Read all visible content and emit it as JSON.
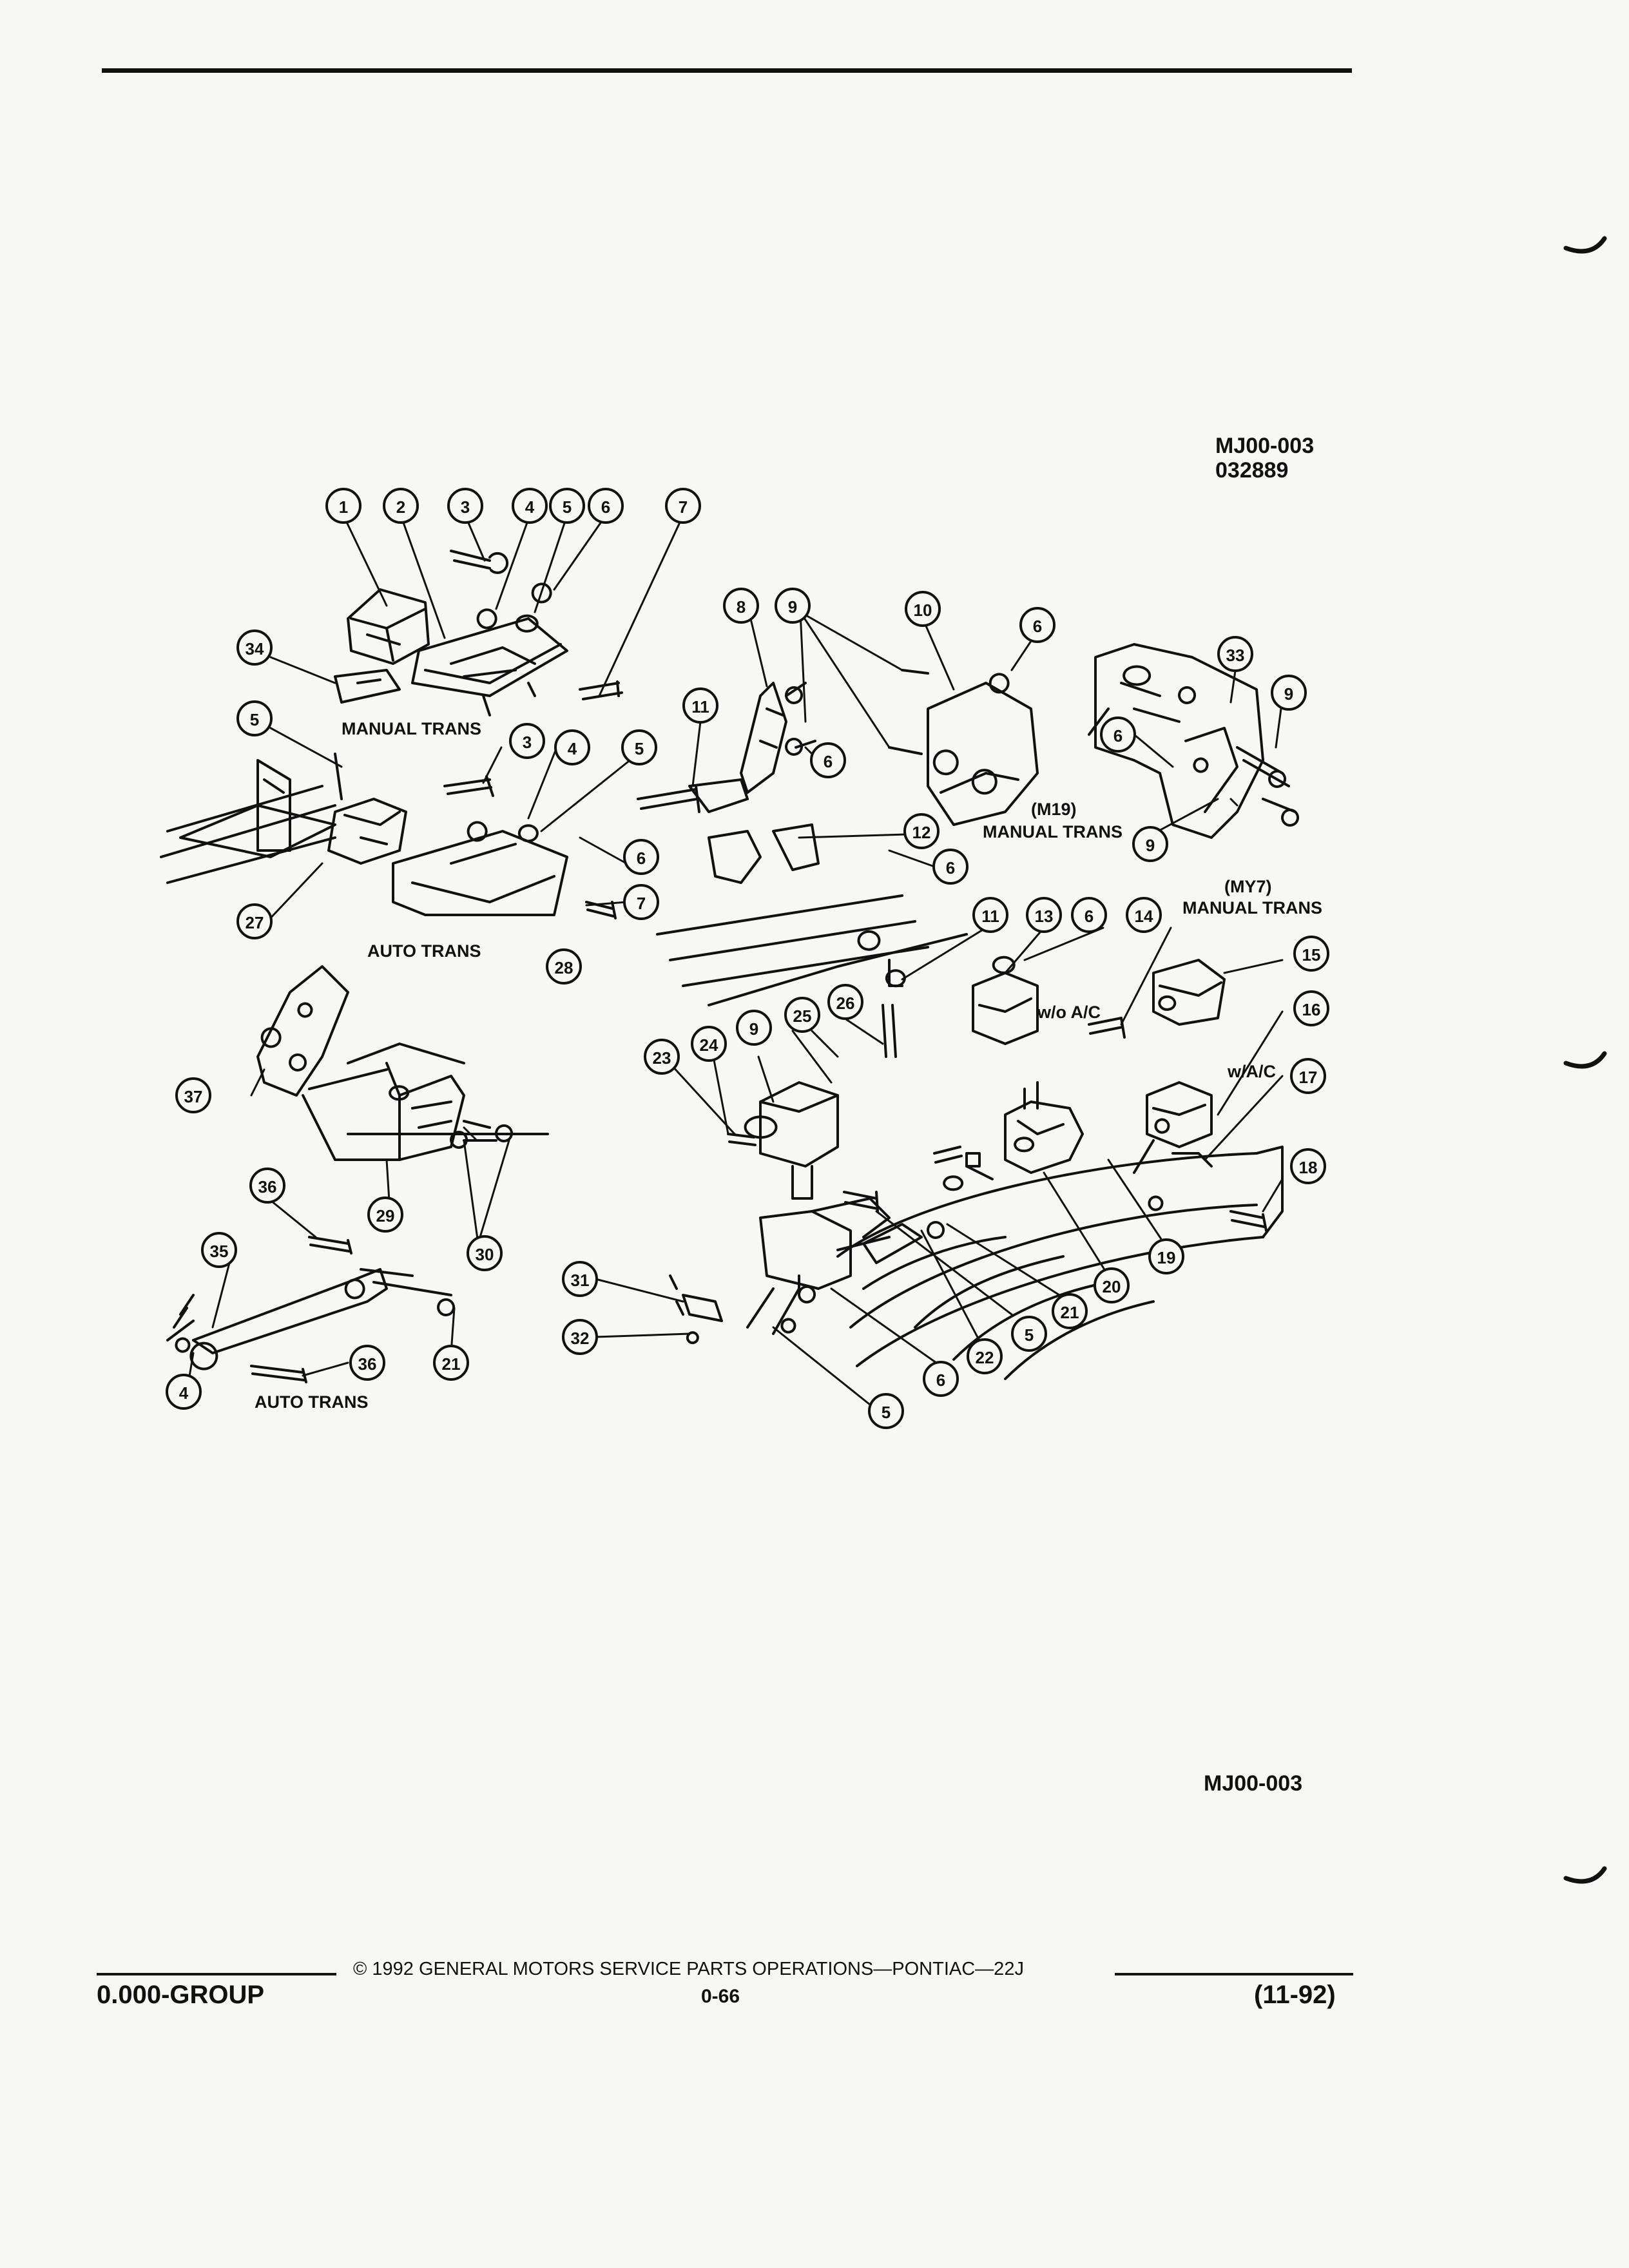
{
  "header": {
    "ref_code": "MJ00-003",
    "ref_number": "032889"
  },
  "figure": {
    "callout_numbers": [
      "1",
      "2",
      "3",
      "4",
      "5",
      "6",
      "7",
      "8",
      "9",
      "10",
      "11",
      "12",
      "13",
      "14",
      "15",
      "16",
      "17",
      "18",
      "19",
      "20",
      "21",
      "22",
      "23",
      "24",
      "25",
      "26",
      "27",
      "28",
      "29",
      "30",
      "31",
      "32",
      "33",
      "34",
      "35",
      "36",
      "37"
    ],
    "labels": {
      "manual_trans": "MANUAL TRANS",
      "auto_trans_top": "AUTO TRANS",
      "m19": "(M19)",
      "m19_manual_trans": "MANUAL TRANS",
      "my7": "(MY7)",
      "my7_manual_trans": "MANUAL TRANS",
      "wo_ac": "w/o A/C",
      "w_ac": "w/A/C",
      "auto_trans_bottom": "AUTO TRANS"
    },
    "bottom_ref": "MJ00-003"
  },
  "footer": {
    "copyright": "© 1992 GENERAL MOTORS SERVICE PARTS OPERATIONS—PONTIAC—22J",
    "group": "0.000-GROUP",
    "page": "0-66",
    "date": "(11-92)"
  }
}
